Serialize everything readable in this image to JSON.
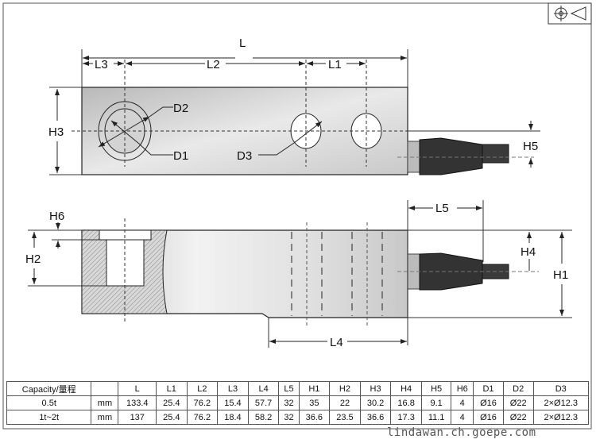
{
  "drawing": {
    "top_view": {
      "L": "L",
      "L1": "L1",
      "L2": "L2",
      "L3": "L3",
      "H3": "H3",
      "H5": "H5",
      "D1": "D1",
      "D2": "D2",
      "D3": "D3"
    },
    "side_view": {
      "H6": "H6",
      "H2": "H2",
      "L5": "L5",
      "H4": "H4",
      "H1": "H1",
      "L4": "L4"
    },
    "projection_symbol": "first-angle-projection-icon"
  },
  "table": {
    "headers": [
      "Capacity/量程",
      "",
      "L",
      "L1",
      "L2",
      "L3",
      "L4",
      "L5",
      "H1",
      "H2",
      "H3",
      "H4",
      "H5",
      "H6",
      "D1",
      "D2",
      "D3"
    ],
    "rows": [
      [
        "0.5t",
        "mm",
        "133.4",
        "25.4",
        "76.2",
        "15.4",
        "57.7",
        "32",
        "35",
        "22",
        "30.2",
        "16.8",
        "9.1",
        "4",
        "Ø16",
        "Ø22",
        "2×Ø12.3"
      ],
      [
        "1t~2t",
        "mm",
        "137",
        "25.4",
        "76.2",
        "18.4",
        "58.2",
        "32",
        "36.6",
        "23.5",
        "36.6",
        "17.3",
        "11.1",
        "4",
        "Ø16",
        "Ø22",
        "2×Ø12.3"
      ]
    ]
  },
  "watermark": "lindawan.ch.goepe.com"
}
